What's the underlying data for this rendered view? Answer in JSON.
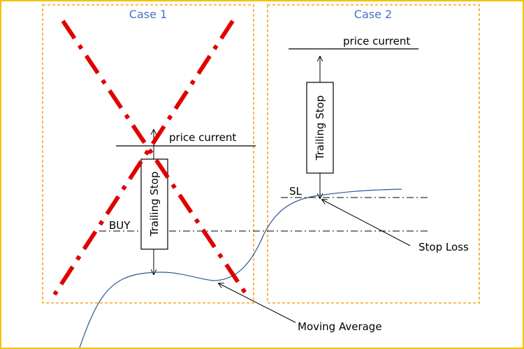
{
  "cases": [
    {
      "title": "Case 1",
      "current_label": "price current",
      "stop_label": "Trailing Stop",
      "entry_label": "BUY"
    },
    {
      "title": "Case 2",
      "current_label": "price current",
      "stop_label": "Trailing Stop",
      "sl_label": "SL"
    }
  ],
  "callouts": {
    "moving_average": "Moving Average",
    "stop_loss": "Stop Loss"
  },
  "colors": {
    "frame": "#f2c200",
    "case_border": "#f5a623",
    "case_title": "#4472c4",
    "curve": "#2f5597",
    "cross": "#e00000"
  }
}
